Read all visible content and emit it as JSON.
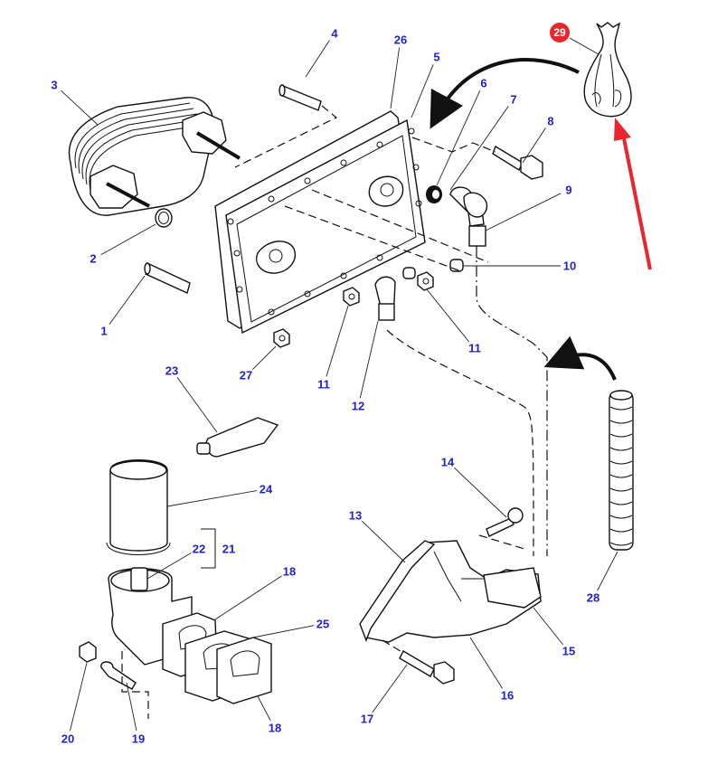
{
  "diagram": {
    "title": "Oil cooler and oil filter assembly - exploded parts view",
    "label_color": "#2222cc",
    "highlight_color": "#e8262b",
    "callouts": [
      {
        "id": "c1",
        "text": "1"
      },
      {
        "id": "c2",
        "text": "2"
      },
      {
        "id": "c3",
        "text": "3"
      },
      {
        "id": "c4",
        "text": "4"
      },
      {
        "id": "c5",
        "text": "5"
      },
      {
        "id": "c6",
        "text": "6"
      },
      {
        "id": "c7",
        "text": "7"
      },
      {
        "id": "c8",
        "text": "8"
      },
      {
        "id": "c9",
        "text": "9"
      },
      {
        "id": "c10",
        "text": "10"
      },
      {
        "id": "c11a",
        "text": "11"
      },
      {
        "id": "c11b",
        "text": "11"
      },
      {
        "id": "c12",
        "text": "12"
      },
      {
        "id": "c13",
        "text": "13"
      },
      {
        "id": "c14",
        "text": "14"
      },
      {
        "id": "c15",
        "text": "15"
      },
      {
        "id": "c16",
        "text": "16"
      },
      {
        "id": "c17",
        "text": "17"
      },
      {
        "id": "c18a",
        "text": "18"
      },
      {
        "id": "c18b",
        "text": "18"
      },
      {
        "id": "c19",
        "text": "19"
      },
      {
        "id": "c20",
        "text": "20"
      },
      {
        "id": "c21",
        "text": "21"
      },
      {
        "id": "c22",
        "text": "22"
      },
      {
        "id": "c23",
        "text": "23"
      },
      {
        "id": "c24",
        "text": "24"
      },
      {
        "id": "c25",
        "text": "25"
      },
      {
        "id": "c26",
        "text": "26"
      },
      {
        "id": "c27",
        "text": "27"
      },
      {
        "id": "c28",
        "text": "28"
      }
    ],
    "highlighted_callout": {
      "id": "c29",
      "text": "29"
    },
    "parts": [
      {
        "ref": "1",
        "name": "stud"
      },
      {
        "ref": "2",
        "name": "o-ring"
      },
      {
        "ref": "3",
        "name": "oil cooler"
      },
      {
        "ref": "4",
        "name": "stud"
      },
      {
        "ref": "5",
        "name": "cooler cover plate"
      },
      {
        "ref": "6",
        "name": "seal washer"
      },
      {
        "ref": "7",
        "name": "gasket"
      },
      {
        "ref": "8",
        "name": "flange bolt"
      },
      {
        "ref": "9",
        "name": "elbow connector"
      },
      {
        "ref": "10",
        "name": "spacer"
      },
      {
        "ref": "11",
        "name": "nut"
      },
      {
        "ref": "12",
        "name": "elbow connector"
      },
      {
        "ref": "13",
        "name": "gasket"
      },
      {
        "ref": "14",
        "name": "bolt"
      },
      {
        "ref": "15",
        "name": "gasket"
      },
      {
        "ref": "16",
        "name": "housing"
      },
      {
        "ref": "17",
        "name": "flange bolt"
      },
      {
        "ref": "18",
        "name": "gasket"
      },
      {
        "ref": "19",
        "name": "bolt"
      },
      {
        "ref": "20",
        "name": "plug"
      },
      {
        "ref": "21",
        "name": "filter head assembly"
      },
      {
        "ref": "22",
        "name": "adapter"
      },
      {
        "ref": "23",
        "name": "sealant tube"
      },
      {
        "ref": "24",
        "name": "oil filter"
      },
      {
        "ref": "25",
        "name": "spacer plate"
      },
      {
        "ref": "26",
        "name": "gasket"
      },
      {
        "ref": "27",
        "name": "nut"
      },
      {
        "ref": "28",
        "name": "hose"
      },
      {
        "ref": "29",
        "name": "gasket kit bag"
      }
    ]
  }
}
